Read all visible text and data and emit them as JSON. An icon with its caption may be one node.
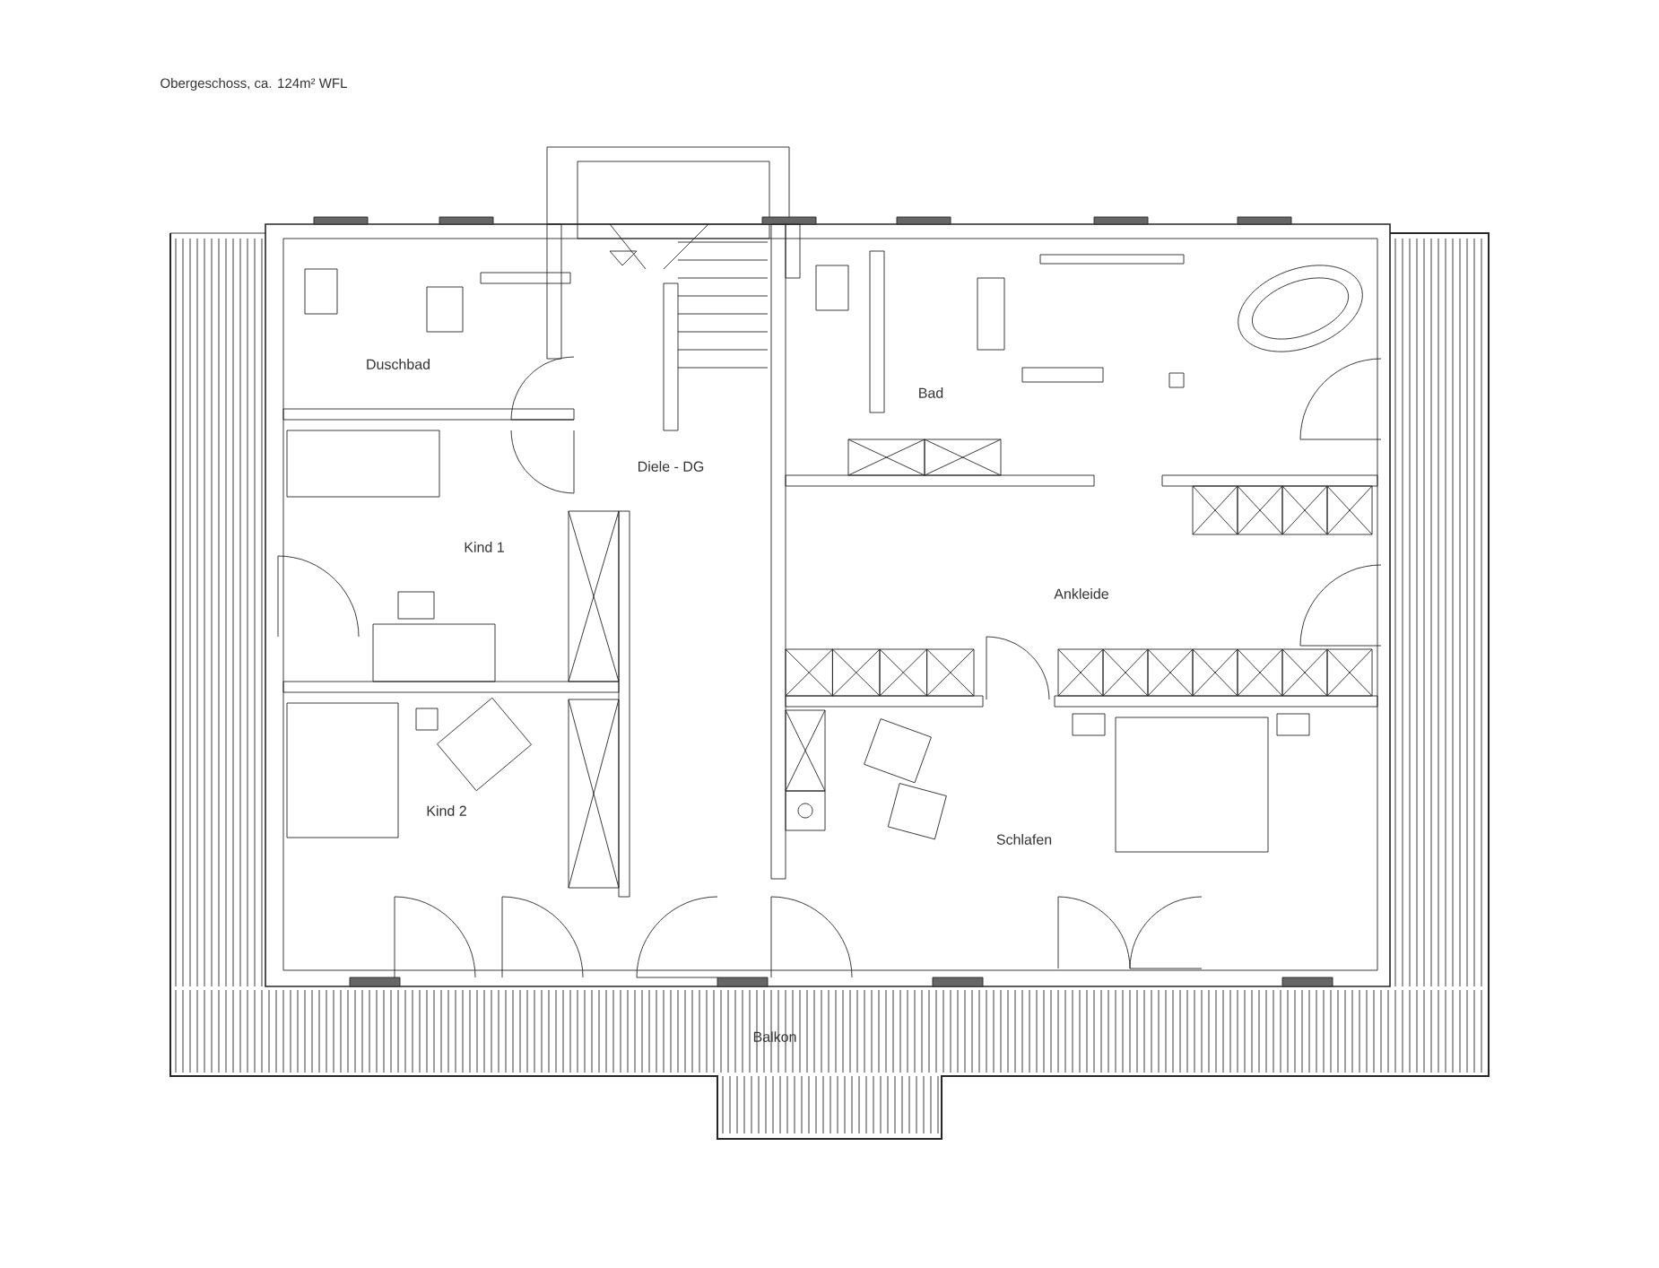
{
  "diagram": {
    "title": "Obergeschoss, ca. 124m² WFL",
    "labels": [
      "Duschbad",
      "Bad",
      "Diele - DG",
      "Kind 1",
      "Ankleide",
      "Kind 2",
      "Schlafen",
      "Balkon"
    ]
  }
}
